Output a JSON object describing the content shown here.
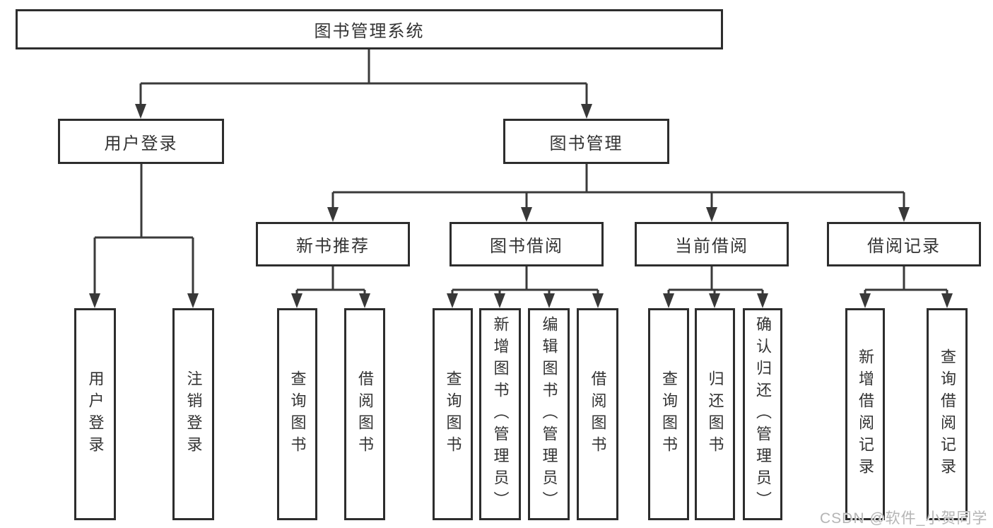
{
  "watermark": "CSDN @软件_小贺同学",
  "nodes": {
    "root": {
      "label": "图书管理系统"
    },
    "user_login": {
      "label": "用户登录"
    },
    "book_mgmt": {
      "label": "图书管理"
    },
    "new_book_rec": {
      "label": "新书推荐"
    },
    "book_borrow": {
      "label": "图书借阅"
    },
    "current_borrow": {
      "label": "当前借阅"
    },
    "borrow_records": {
      "label": "借阅记录"
    },
    "leaf_user_login": {
      "label": "用户登录"
    },
    "leaf_logout": {
      "label": "注销登录"
    },
    "leaf_rec_query": {
      "label": "查询图书"
    },
    "leaf_rec_borrow": {
      "label": "借阅图书"
    },
    "leaf_bb_query": {
      "label": "查询图书"
    },
    "leaf_bb_add": {
      "label": "新增图书（管理员）"
    },
    "leaf_bb_edit": {
      "label": "编辑图书（管理员）"
    },
    "leaf_bb_borrow": {
      "label": "借阅图书"
    },
    "leaf_cb_query": {
      "label": "查询图书"
    },
    "leaf_cb_return": {
      "label": "归还图书"
    },
    "leaf_cb_confirm": {
      "label": "确认归还（管理员）"
    },
    "leaf_br_add": {
      "label": "新增借阅记录"
    },
    "leaf_br_query": {
      "label": "查询借阅记录"
    }
  }
}
